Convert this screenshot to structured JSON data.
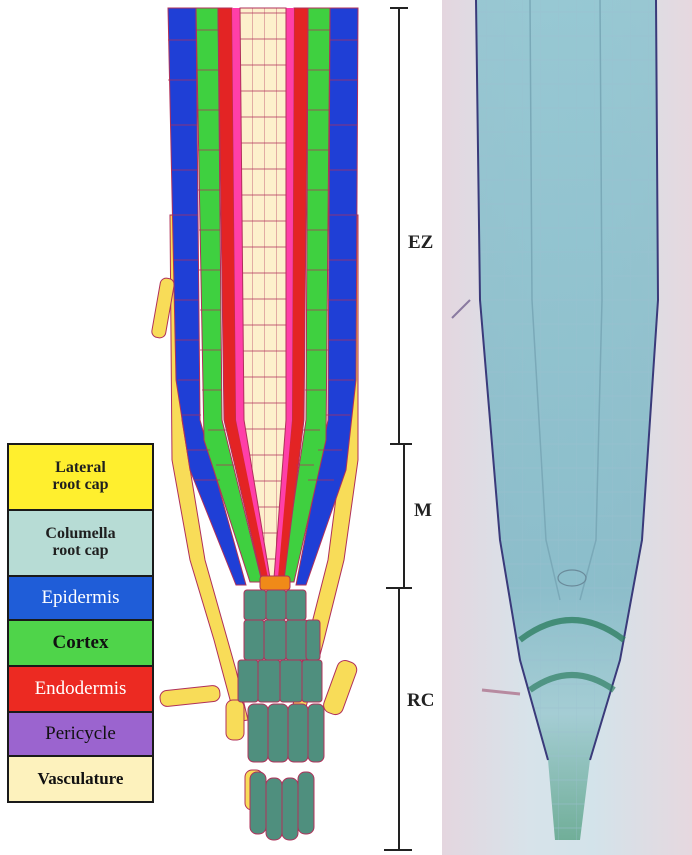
{
  "legend": {
    "items": [
      {
        "label_line1": "Lateral",
        "label_line2": "root cap",
        "color": "#ffef2e",
        "text_color": "#1f1f1f"
      },
      {
        "label_line1": "Columella",
        "label_line2": "root cap",
        "color": "#b7dcd5",
        "text_color": "#1f1f1f"
      },
      {
        "label_line1": "Epidermis",
        "label_line2": "",
        "color": "#1f5dd8",
        "text_color": "#ffffff"
      },
      {
        "label_line1": "Cortex",
        "label_line2": "",
        "color": "#4fd44a",
        "text_color": "#111111"
      },
      {
        "label_line1": "Endodermis",
        "label_line2": "",
        "color": "#ec2a22",
        "text_color": "#ffffff"
      },
      {
        "label_line1": "Pericycle",
        "label_line2": "",
        "color": "#9b64cf",
        "text_color": "#111111"
      },
      {
        "label_line1": "Vasculature",
        "label_line2": "",
        "color": "#fdf2bd",
        "text_color": "#111111"
      }
    ]
  },
  "zones": {
    "ez": "EZ",
    "m": "M",
    "rc": "RC"
  },
  "colors": {
    "lateral_root_cap": "#f8dc58",
    "columella": "#4f8f7e",
    "epidermis": "#1f3fd6",
    "cortex": "#3fd040",
    "endodermis": "#e32424",
    "pericycle": "#ff3fa8",
    "vasculature": "#fdf0cc",
    "cell_wall": "#b0305a",
    "micrograph_bg": "#d8dfe6",
    "stain": "#7fb9c8"
  }
}
